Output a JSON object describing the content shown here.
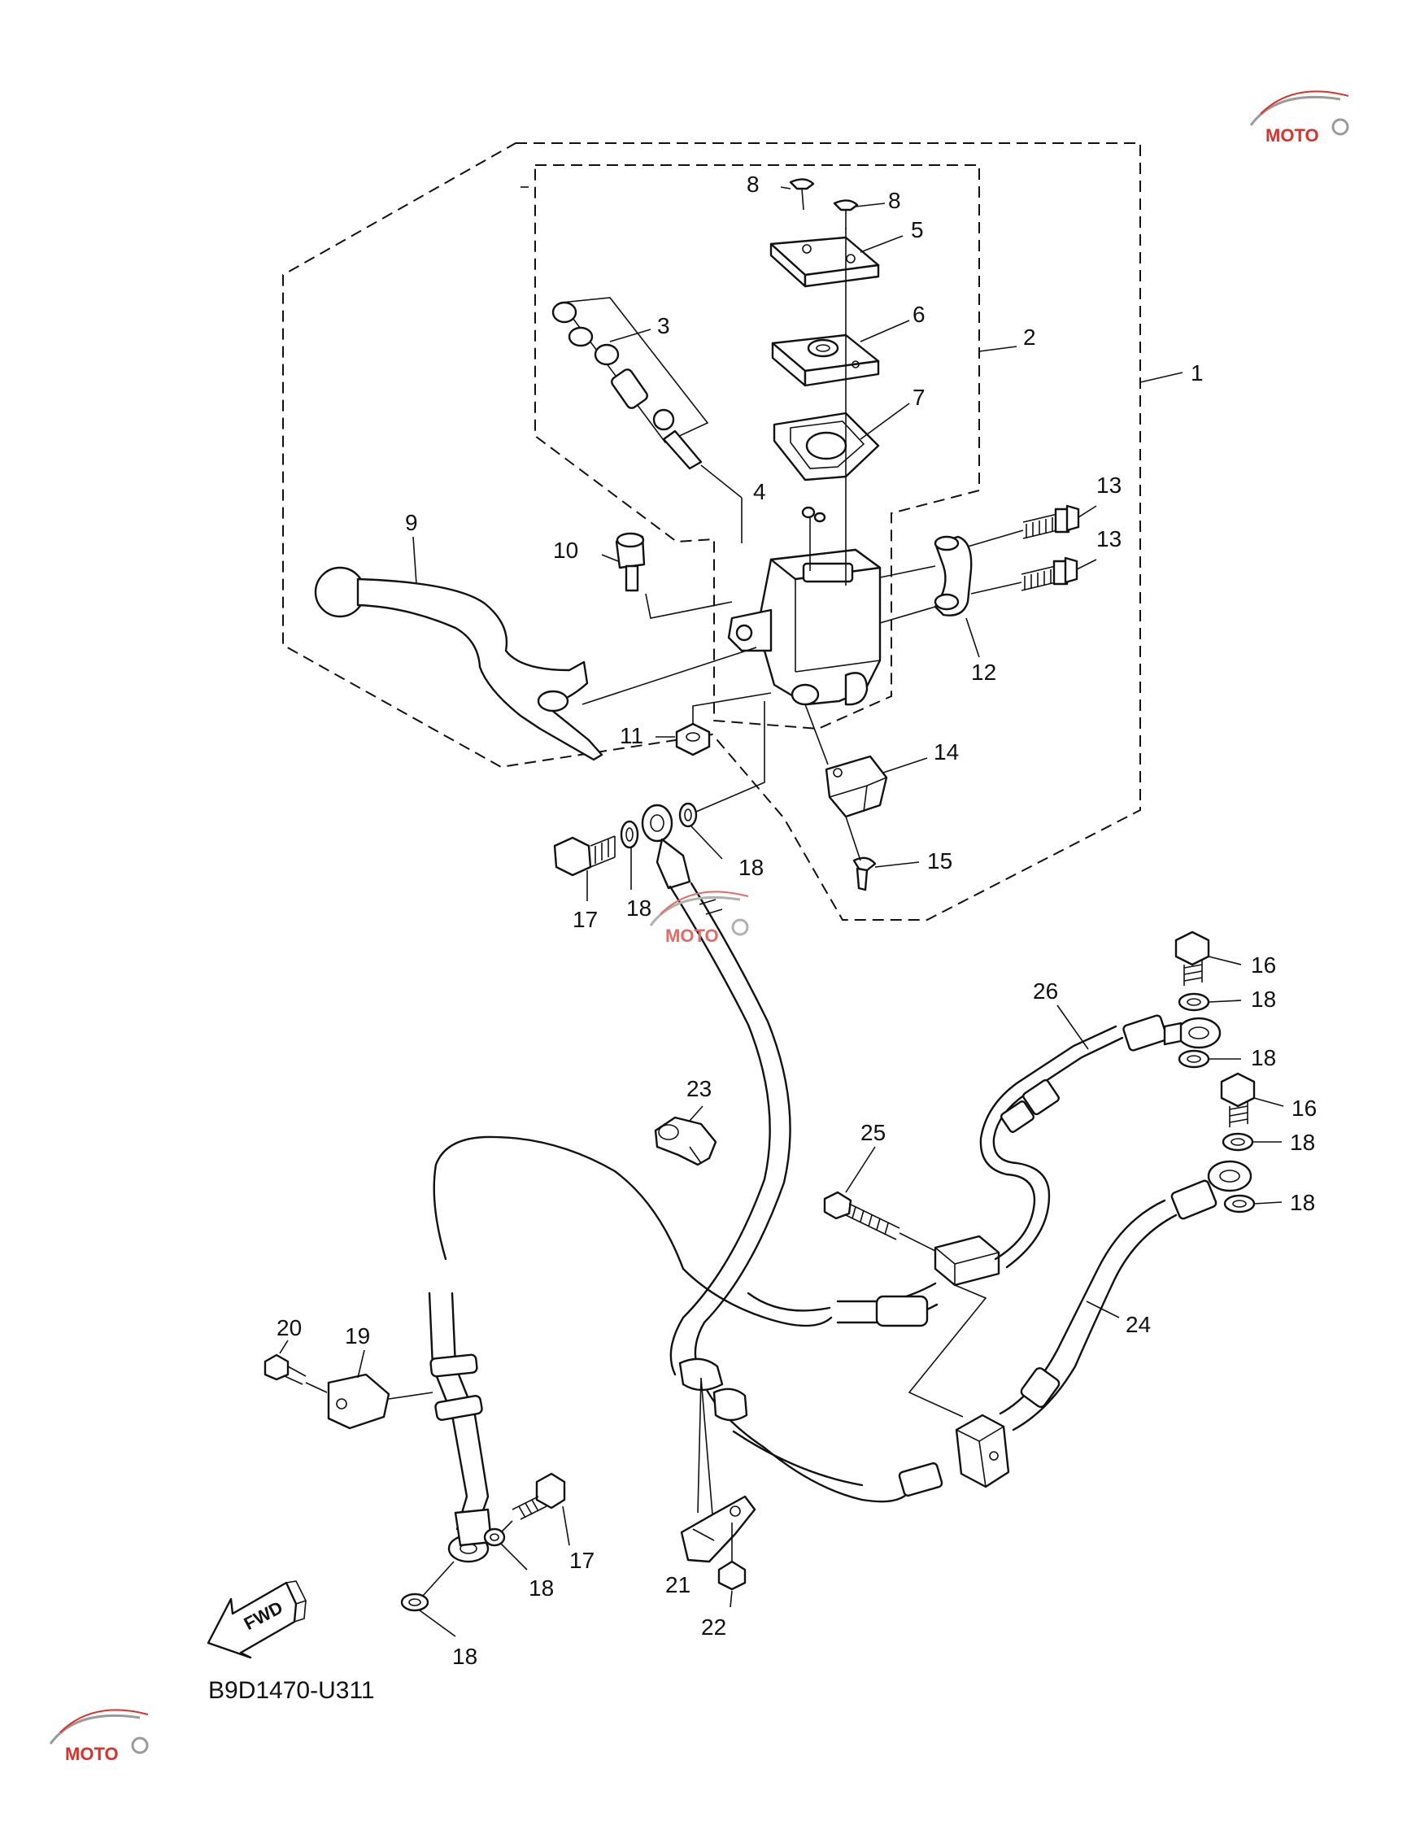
{
  "diagram": {
    "code": "B9D1470-U311",
    "fwd_label": "FWD",
    "watermark": "MOTO",
    "colors": {
      "line": "#111111",
      "watermark_red": "#d9312b",
      "watermark_gray": "#9a9a9a"
    }
  },
  "callouts": [
    {
      "id": "c1",
      "text": "1"
    },
    {
      "id": "c2",
      "text": "2"
    },
    {
      "id": "c3",
      "text": "3"
    },
    {
      "id": "c4",
      "text": "4"
    },
    {
      "id": "c5",
      "text": "5"
    },
    {
      "id": "c6",
      "text": "6"
    },
    {
      "id": "c7",
      "text": "7"
    },
    {
      "id": "c8a",
      "text": "8"
    },
    {
      "id": "c8b",
      "text": "8"
    },
    {
      "id": "c9",
      "text": "9"
    },
    {
      "id": "c10",
      "text": "10"
    },
    {
      "id": "c11",
      "text": "11"
    },
    {
      "id": "c12",
      "text": "12"
    },
    {
      "id": "c13a",
      "text": "13"
    },
    {
      "id": "c13b",
      "text": "13"
    },
    {
      "id": "c14",
      "text": "14"
    },
    {
      "id": "c15",
      "text": "15"
    },
    {
      "id": "c16a",
      "text": "16"
    },
    {
      "id": "c16b",
      "text": "16"
    },
    {
      "id": "c17a",
      "text": "17"
    },
    {
      "id": "c17b",
      "text": "17"
    },
    {
      "id": "c18a",
      "text": "18"
    },
    {
      "id": "c18b",
      "text": "18"
    },
    {
      "id": "c18c",
      "text": "18"
    },
    {
      "id": "c18d",
      "text": "18"
    },
    {
      "id": "c18e",
      "text": "18"
    },
    {
      "id": "c18f",
      "text": "18"
    },
    {
      "id": "c18g",
      "text": "18"
    },
    {
      "id": "c18h",
      "text": "18"
    },
    {
      "id": "c19",
      "text": "19"
    },
    {
      "id": "c20",
      "text": "20"
    },
    {
      "id": "c21",
      "text": "21"
    },
    {
      "id": "c22",
      "text": "22"
    },
    {
      "id": "c23",
      "text": "23"
    },
    {
      "id": "c24",
      "text": "24"
    },
    {
      "id": "c25",
      "text": "25"
    },
    {
      "id": "c26",
      "text": "26"
    }
  ]
}
